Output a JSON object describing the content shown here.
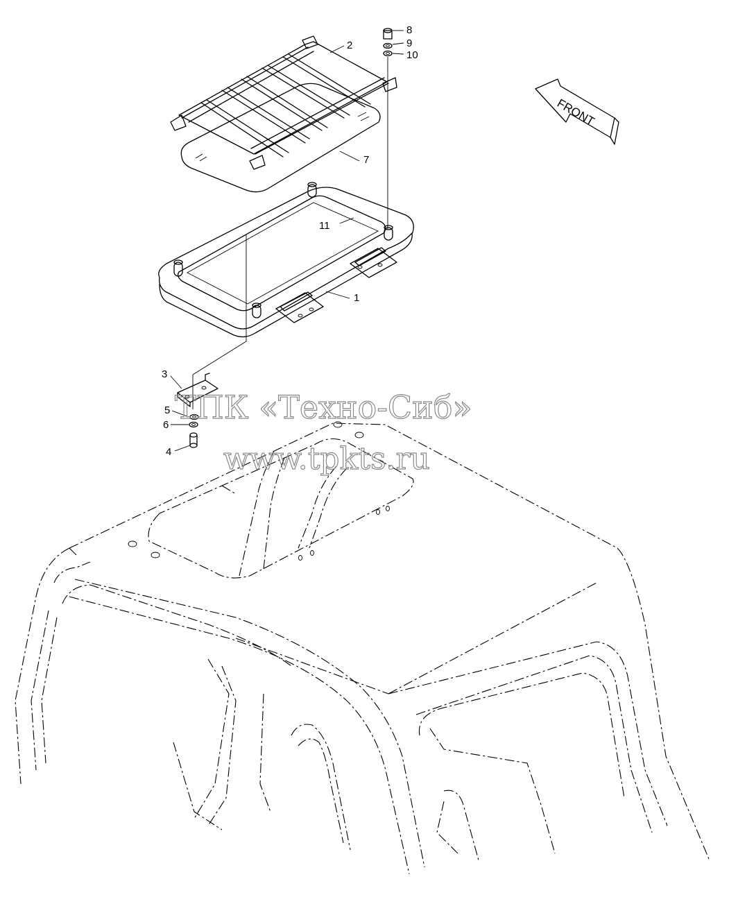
{
  "callouts": [
    "1",
    "2",
    "3",
    "4",
    "5",
    "6",
    "7",
    "8",
    "9",
    "10",
    "11"
  ],
  "direction_label": "FRONT",
  "watermark": {
    "line1": "ТПК «Техно-Сиб»",
    "line2": "www.tpkts.ru"
  }
}
